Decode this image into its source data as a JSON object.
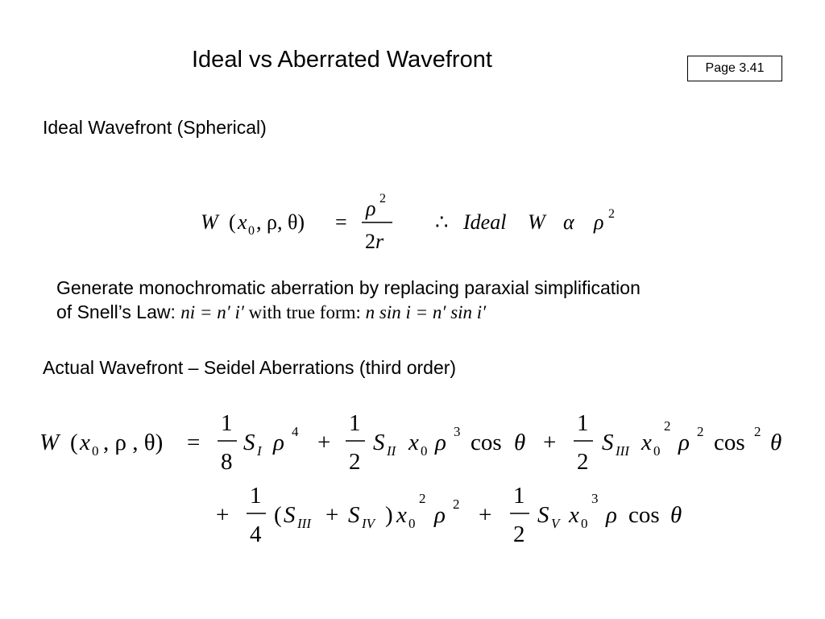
{
  "slide": {
    "title": "Ideal vs Aberrated Wavefront",
    "page_label": "Page 3.41"
  },
  "sections": {
    "ideal_heading": "Ideal Wavefront (Spherical)",
    "paragraph_line1": "Generate monochromatic aberration by replacing paraxial simplification",
    "paragraph_line2_prefix": "of Snell’s Law: ",
    "snell_paraxial": "ni = n′ i′",
    "paragraph_mid": " with true form: ",
    "snell_true": "n sin i = n′ sin i′",
    "actual_heading": "Actual Wavefront – Seidel Aberrations (third order)"
  },
  "equations": {
    "ideal": {
      "lhs_W": "W",
      "lhs_args_open": "(",
      "lhs_x": "x",
      "lhs_x_sub": "0",
      "lhs_rest": ", ρ, θ)",
      "equals": "=",
      "num": "ρ",
      "num_exp": "2",
      "den": "2",
      "den_var": "r",
      "therefore": "∴",
      "ideal_text": "Ideal",
      "W": "W",
      "alpha": "α",
      "rho": "ρ",
      "rho_exp": "2"
    },
    "seidel": {
      "lhs_W": "W",
      "lhs_open": "(",
      "lhs_x": "x",
      "lhs_x_sub": "0",
      "lhs_rest": ", ρ , θ)",
      "equals": "=",
      "t1_num": "1",
      "t1_den": "8",
      "t1_S": "S",
      "t1_sub": "I",
      "t1_rho": "ρ",
      "t1_exp": "4",
      "plus": "+",
      "t2_num": "1",
      "t2_den": "2",
      "t2_S": "S",
      "t2_sub": "II",
      "t2_x": "x",
      "t2_x_sub": "0",
      "t2_rho": "ρ",
      "t2_exp": "3",
      "t2_cos": "cos",
      "t2_theta": "θ",
      "t3_num": "1",
      "t3_den": "2",
      "t3_S": "S",
      "t3_sub": "III",
      "t3_x": "x",
      "t3_x_sub": "0",
      "t3_x_exp": "2",
      "t3_rho": "ρ",
      "t3_rho_exp": "2",
      "t3_cos": "cos",
      "t3_cos_exp": "2",
      "t3_theta": "θ",
      "t4_num": "1",
      "t4_den": "4",
      "t4_open": "(",
      "t4_S1": "S",
      "t4_sub1": "III",
      "t4_plus": "+",
      "t4_S2": "S",
      "t4_sub2": "IV",
      "t4_close": ")",
      "t4_x": "x",
      "t4_x_sub": "0",
      "t4_x_exp": "2",
      "t4_rho": "ρ",
      "t4_rho_exp": "2",
      "t5_num": "1",
      "t5_den": "2",
      "t5_S": "S",
      "t5_sub": "V",
      "t5_x": "x",
      "t5_x_sub": "0",
      "t5_x_exp": "3",
      "t5_rho": "ρ",
      "t5_cos": "cos",
      "t5_theta": "θ"
    }
  }
}
